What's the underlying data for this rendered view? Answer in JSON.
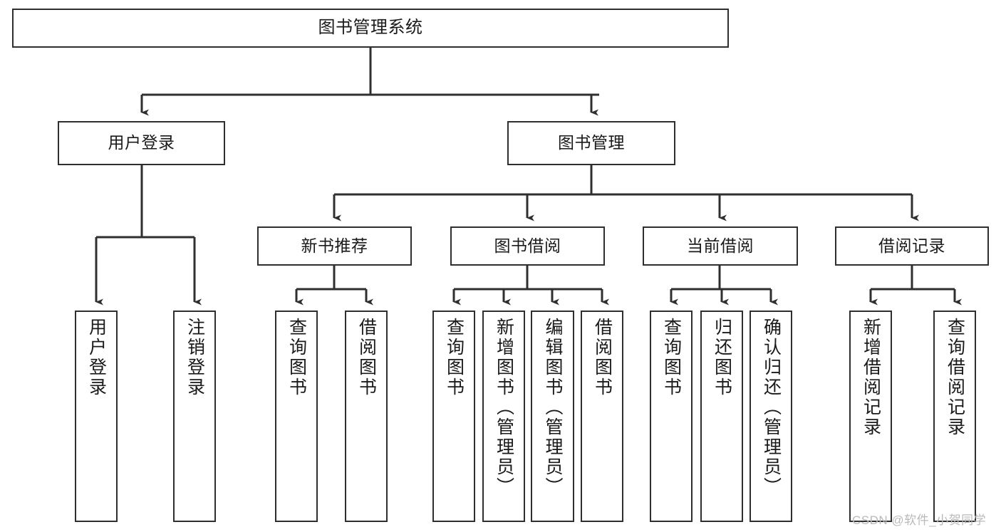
{
  "diagram": {
    "type": "tree-hierarchy",
    "title": "图书管理系统",
    "watermark": "CSDN @软件_小贺同学",
    "colors": {
      "stroke": "#2f2f2f",
      "fill": "#ffffff",
      "text": "#1a1a1a",
      "watermark": "#b9b9b9"
    },
    "levels": {
      "root": {
        "label": "图书管理系统"
      },
      "level1": [
        {
          "id": "user-login",
          "label": "用户登录"
        },
        {
          "id": "book-manage",
          "label": "图书管理"
        }
      ],
      "level2": [
        {
          "id": "new-book-rec",
          "label": "新书推荐",
          "parent": "book-manage"
        },
        {
          "id": "book-borrow",
          "label": "图书借阅",
          "parent": "book-manage"
        },
        {
          "id": "current-borrow",
          "label": "当前借阅",
          "parent": "book-manage"
        },
        {
          "id": "borrow-record",
          "label": "借阅记录",
          "parent": "book-manage"
        }
      ],
      "leaves": [
        {
          "id": "leaf-user-login",
          "label": "用户登录",
          "parent": "user-login"
        },
        {
          "id": "leaf-user-logout",
          "label": "注销登录",
          "parent": "user-login"
        },
        {
          "id": "leaf-query-book-1",
          "label": "查询图书",
          "parent": "new-book-rec"
        },
        {
          "id": "leaf-borrow-book-1",
          "label": "借阅图书",
          "parent": "new-book-rec"
        },
        {
          "id": "leaf-query-book-2",
          "label": "查询图书",
          "parent": "book-borrow"
        },
        {
          "id": "leaf-add-book",
          "label": "新增图书（管理员）",
          "parent": "book-borrow"
        },
        {
          "id": "leaf-edit-book",
          "label": "编辑图书（管理员）",
          "parent": "book-borrow"
        },
        {
          "id": "leaf-borrow-book-2",
          "label": "借阅图书",
          "parent": "book-borrow"
        },
        {
          "id": "leaf-query-book-3",
          "label": "查询图书",
          "parent": "current-borrow"
        },
        {
          "id": "leaf-return-book",
          "label": "归还图书",
          "parent": "current-borrow"
        },
        {
          "id": "leaf-confirm-return",
          "label": "确认归还（管理员）",
          "parent": "current-borrow"
        },
        {
          "id": "leaf-add-record",
          "label": "新增借阅记录",
          "parent": "borrow-record"
        },
        {
          "id": "leaf-query-record",
          "label": "查询借阅记录",
          "parent": "borrow-record"
        }
      ]
    }
  }
}
